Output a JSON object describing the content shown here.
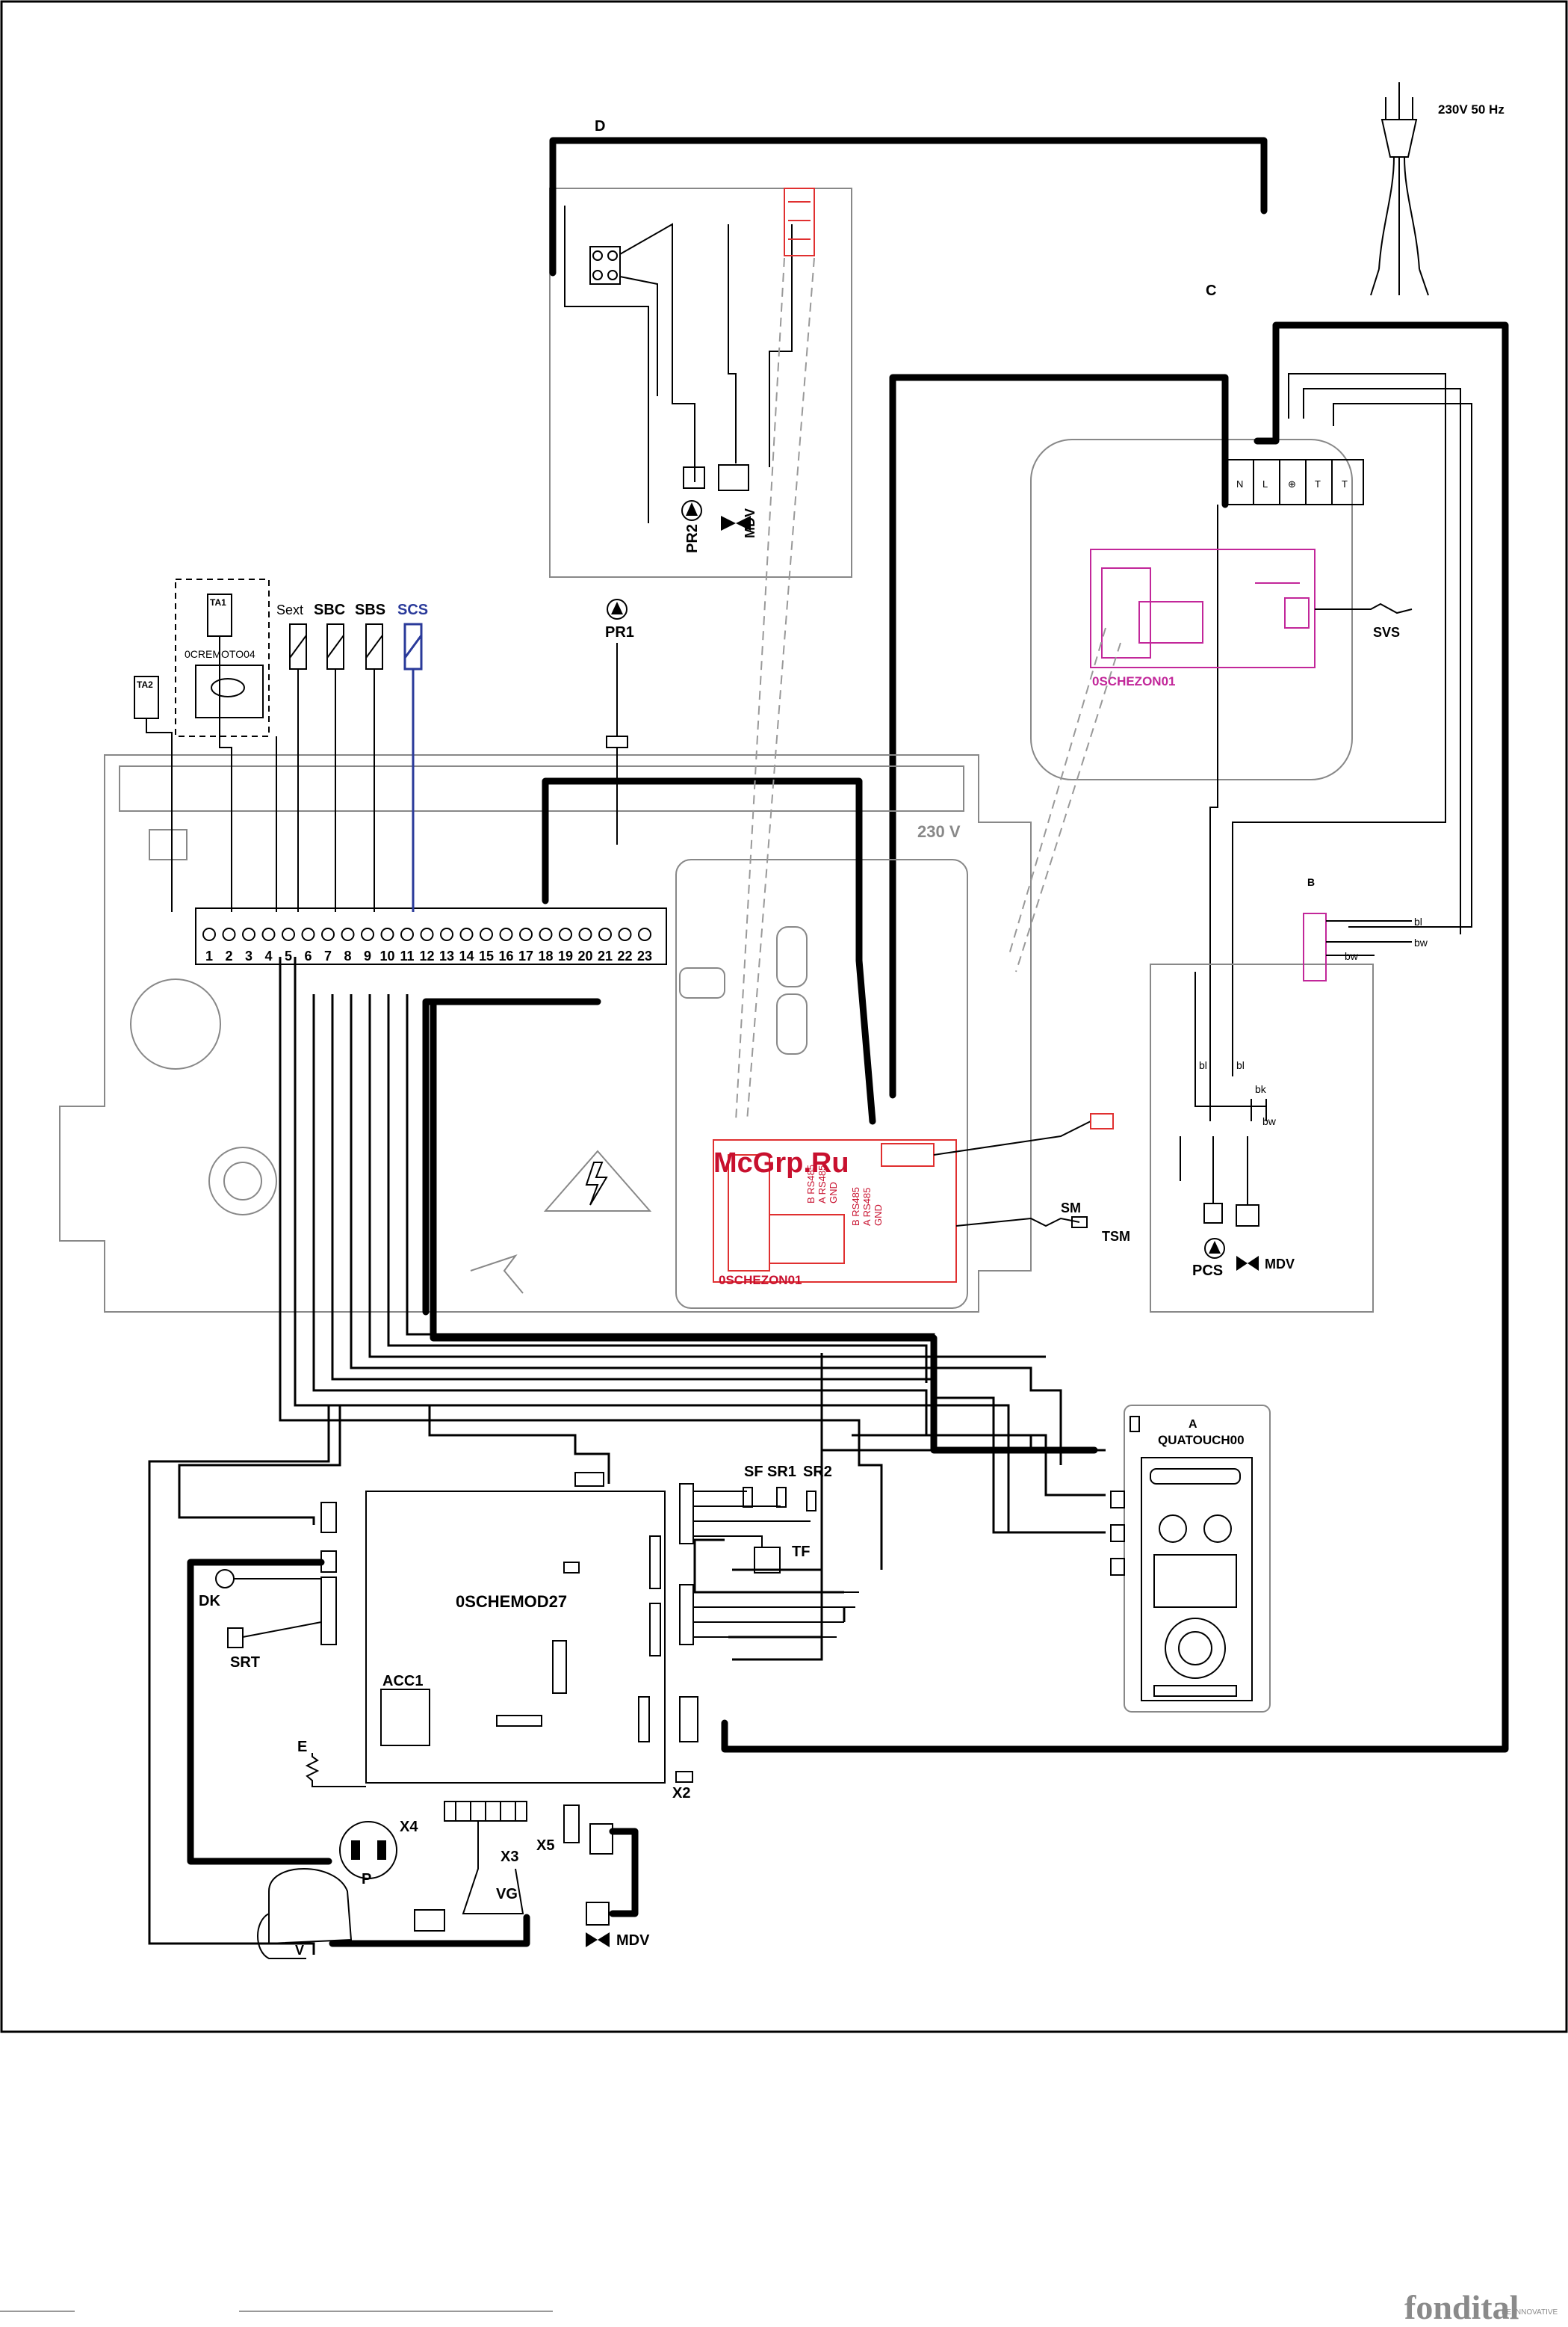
{
  "power": {
    "supply": "230V 50 Hz",
    "cabinet_voltage": "230 V"
  },
  "letters": {
    "A": "A",
    "B": "B",
    "C": "C",
    "D": "D",
    "E": "E"
  },
  "components": {
    "PR1": "PR1",
    "PR2": "PR2",
    "MDV": "MDV",
    "SVS": "SVS",
    "PCS": "PCS",
    "SM": "SM",
    "TSM": "TSM",
    "TA1": "TA1",
    "TA2": "TA2",
    "REMOTE": "0CREMOTO04",
    "Sext": "Sext",
    "SBC": "SBC",
    "SBS": "SBS",
    "SCS": "SCS",
    "ZONE": "0SCHEZON01",
    "MAIN": "0SCHEMOD27",
    "TOUCH": "QUATOUCH00",
    "SF": "SF",
    "SR1": "SR1",
    "SR2": "SR2",
    "TF": "TF",
    "DK": "DK",
    "SRT": "SRT",
    "ACC1": "ACC1",
    "X2": "X2",
    "X3": "X3",
    "X4": "X4",
    "X5": "X5",
    "P": "P",
    "VG": "VG",
    "V": "V"
  },
  "wire_colors": {
    "bl": "bl",
    "bw": "bw",
    "bk": "bk"
  },
  "terminals": [
    "1",
    "2",
    "3",
    "4",
    "5",
    "6",
    "7",
    "8",
    "9",
    "10",
    "11",
    "12",
    "13",
    "14",
    "15",
    "16",
    "17",
    "18",
    "19",
    "20",
    "21",
    "22",
    "23"
  ],
  "rs485": [
    "B RS485",
    "A RS485",
    "GND",
    "B RS485",
    "A RS485",
    "GND"
  ],
  "terminal_block": [
    "N",
    "L",
    "⊕",
    "T",
    "T"
  ],
  "watermark": "McGrp.Ru",
  "brand": {
    "name": "fondital",
    "tagline": "BE INNOVATIVE"
  },
  "colors": {
    "zone_board": "#c2279a",
    "zone_board_red": "#e03030",
    "scs_sensor": "#2a3a9a",
    "brand": "#8a8a8a"
  }
}
